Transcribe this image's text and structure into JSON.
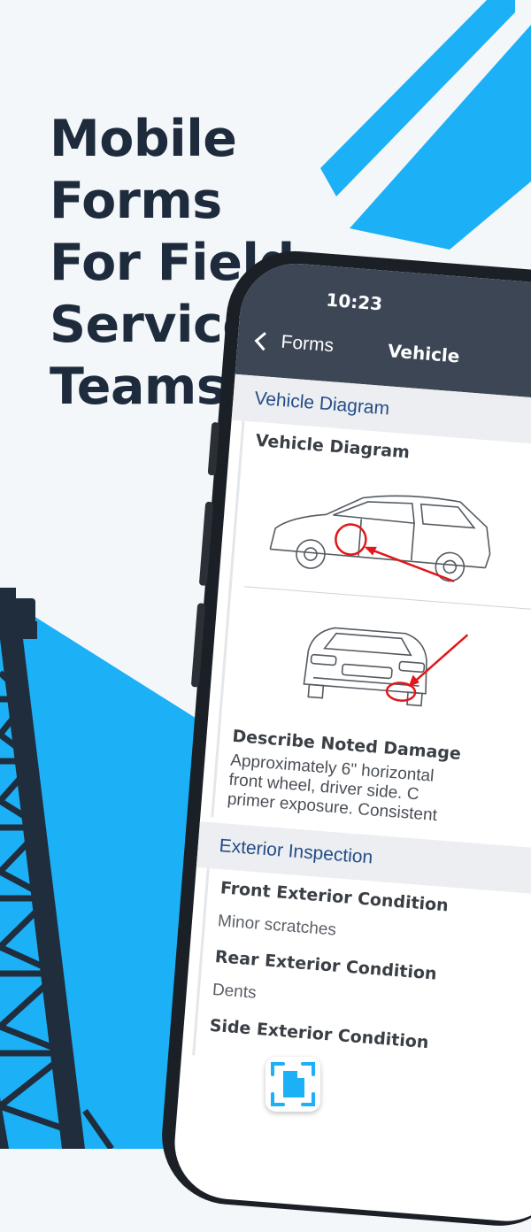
{
  "headline": {
    "lines": [
      "Mobile",
      "Forms",
      "For Field",
      "Service",
      "Teams"
    ]
  },
  "phone": {
    "time": "10:23",
    "nav": {
      "back_label": "Forms",
      "title": "Vehicle"
    },
    "sections": {
      "vehicle_diagram": {
        "header": "Vehicle Diagram",
        "field_label": "Vehicle Diagram",
        "damage_label": "Describe Noted Damage",
        "damage_lines": [
          "Approximately 6\" horizontal",
          "front wheel, driver side. C",
          "primer exposure. Consistent"
        ]
      },
      "exterior_inspection": {
        "header": "Exterior Inspection",
        "fields": [
          {
            "label": "Front Exterior Condition",
            "value": "Minor scratches"
          },
          {
            "label": "Rear Exterior Condition",
            "value": "Dents"
          },
          {
            "label": "Side Exterior Condition",
            "value": ""
          }
        ]
      }
    }
  },
  "colors": {
    "background": "#f4f7fa",
    "accent_blue": "#1cb0f6",
    "headline": "#1d2b3c",
    "tower": "#1f2d3d",
    "nav_bar": "#3c4655",
    "section_title": "#234d86",
    "damage_marker": "#e0181b"
  },
  "icons": {
    "back": "chevron-left-icon",
    "scan": "document-scan-icon",
    "tower": "oil-derrick-icon"
  }
}
